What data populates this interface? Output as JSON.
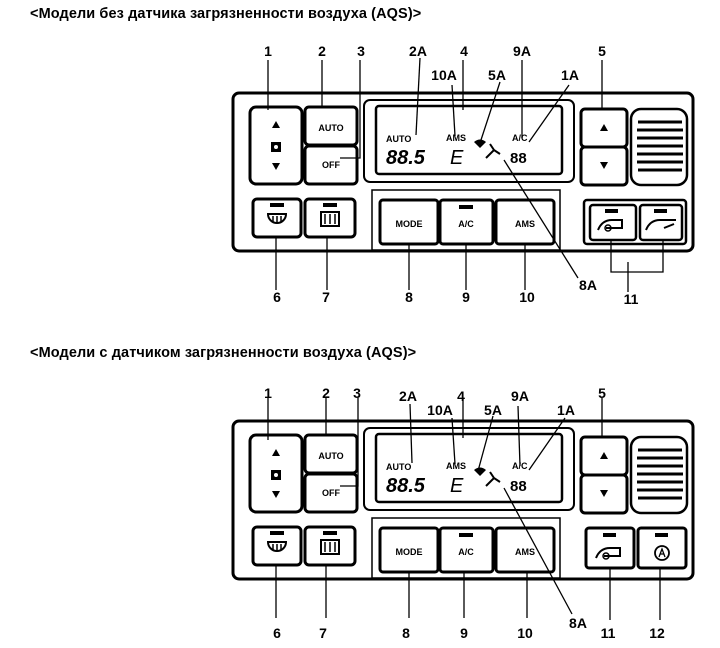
{
  "headings": {
    "without_aqs": "<Модели без датчика загрязненности воздуха (AQS)>",
    "with_aqs": "<Модели с датчиком загрязненности воздуха (AQS)>"
  },
  "panel": {
    "auto_button": "AUTO",
    "off_button": "OFF",
    "mode_button": "MODE",
    "ac_button": "A/C",
    "ams_button": "AMS",
    "display_auto": "AUTO",
    "display_ams": "AMS",
    "display_ac": "A/C",
    "display_digits": "88.5",
    "display_unit": "E",
    "display_fan": "88"
  },
  "callouts": {
    "c1": "1",
    "c2": "2",
    "c3": "3",
    "c4": "4",
    "c5": "5",
    "c6": "6",
    "c7": "7",
    "c8": "8",
    "c9": "9",
    "c10": "10",
    "c11": "11",
    "c12": "12",
    "c1A": "1A",
    "c2A": "2A",
    "c5A": "5A",
    "c8A": "8A",
    "c9A": "9A",
    "c10A": "10A"
  },
  "icons": [
    "fan-speed-icon",
    "defrost-icon",
    "rear-defrost-icon",
    "recirculation-icon",
    "fresh-air-icon",
    "aqs-icon",
    "temp-up-icon",
    "temp-down-icon"
  ]
}
